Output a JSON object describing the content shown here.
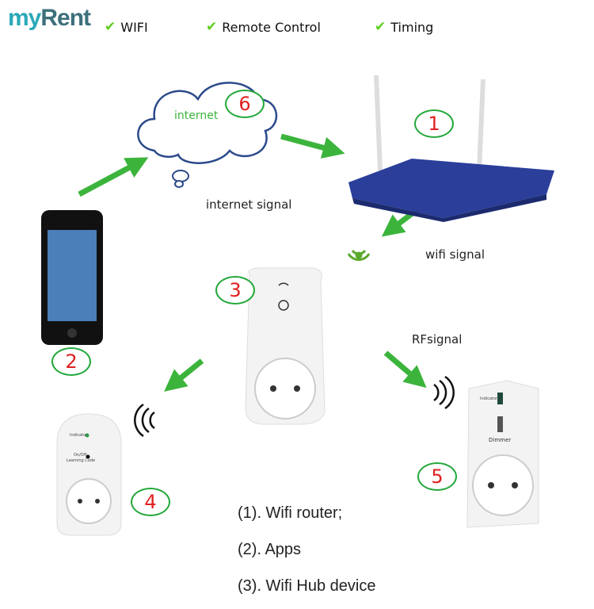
{
  "brand": {
    "logo_left": "my",
    "logo_right": "Rent"
  },
  "features": [
    {
      "icon": "check-icon",
      "label": "WIFI"
    },
    {
      "icon": "check-icon",
      "label": "Remote Control"
    },
    {
      "icon": "check-icon",
      "label": "Timing"
    }
  ],
  "diagram": {
    "cloud_label": "internet",
    "internet_signal": "internet signal",
    "wifi_signal": "wifi signal",
    "rf_signal": "RFsignal",
    "numbers": [
      "1",
      "2",
      "3",
      "4",
      "5",
      "6"
    ],
    "device4_labels": [
      "Indicator",
      "On/Off",
      "Learning Code"
    ],
    "device5_labels": [
      "Indicator",
      "Dimmer"
    ],
    "colors": {
      "arrow": "#3cb43c",
      "circle": "#22a83a",
      "number": "#e02020",
      "router": "#2a3e9a"
    }
  },
  "legend": [
    "(1). Wifi router;",
    "(2).  Apps",
    "(3).  Wifi Hub device"
  ]
}
